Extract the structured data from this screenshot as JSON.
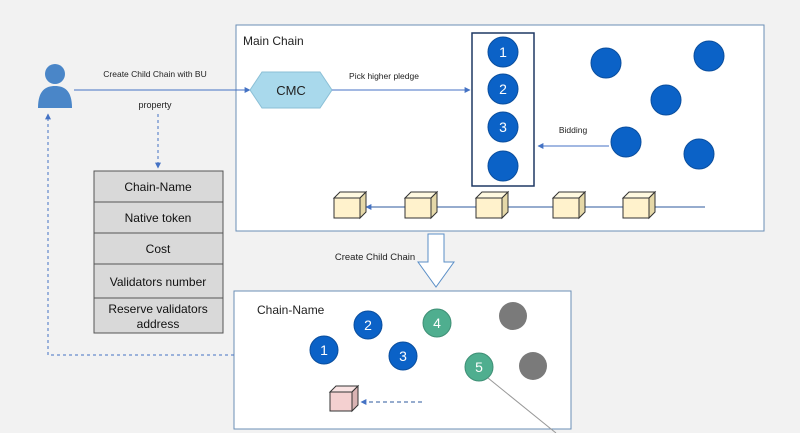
{
  "main_chain": {
    "title": "Main Chain"
  },
  "user_link": {
    "label": "Create Child Chain with BU",
    "sublabel": "property"
  },
  "cmc": {
    "label": "CMC"
  },
  "pledge": {
    "label": "Pick higher pledge"
  },
  "ranked": [
    "1",
    "2",
    "3",
    ""
  ],
  "bidding": {
    "label": "Bidding"
  },
  "create_child": {
    "label": "Create Child Chain"
  },
  "properties": [
    "Chain-Name",
    "Native token",
    "Cost",
    "Validators number",
    "Reserve validators",
    "address"
  ],
  "child_chain": {
    "title": "Chain-Name",
    "validators": [
      "1",
      "2",
      "3",
      "4",
      "5"
    ]
  },
  "colors": {
    "node_blue": "#0b62c7",
    "node_teal": "#4fae8f",
    "node_gray": "#7a7a7a",
    "cmc_fill": "#a9d9ec",
    "block_fill": "#fff2cc",
    "child_block_fill": "#f4d0d0",
    "line": "#5b8fc7"
  }
}
